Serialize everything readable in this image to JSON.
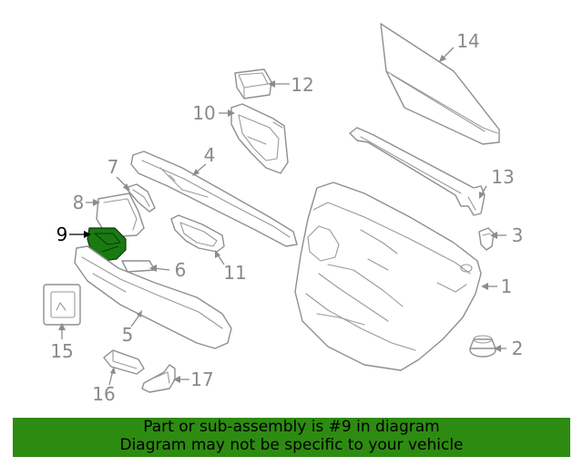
{
  "diagram": {
    "callouts": [
      "1",
      "2",
      "3",
      "4",
      "5",
      "6",
      "7",
      "8",
      "9",
      "10",
      "11",
      "12",
      "13",
      "14",
      "15",
      "16",
      "17"
    ],
    "highlighted_part": "9",
    "colors": {
      "line": "#8f8f8f",
      "label": "#8a8a8a",
      "highlight": "#1a7a10",
      "banner": "#2e8b12"
    }
  },
  "banner": {
    "line1": "Part or sub-assembly is #9 in diagram",
    "line2": "Diagram may not be specific to your vehicle"
  }
}
